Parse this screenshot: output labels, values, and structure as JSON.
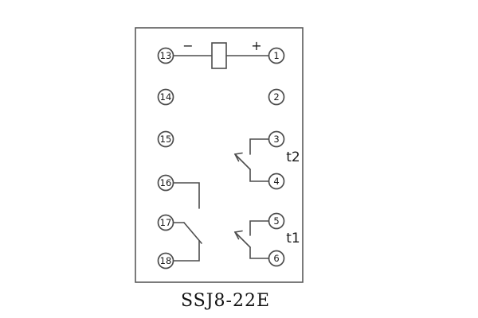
{
  "diagram": {
    "caption": "SSJ8-22E",
    "polarity": {
      "minus": "−",
      "plus": "+"
    },
    "contact_labels": {
      "t2": "t2",
      "t1": "t1"
    },
    "terminals": {
      "left": [
        "13",
        "14",
        "15",
        "16",
        "17",
        "18"
      ],
      "right": [
        "1",
        "2",
        "3",
        "4",
        "5",
        "6"
      ]
    },
    "colors": {
      "line": "#4d4d4d",
      "text": "#1a1a1a"
    }
  }
}
